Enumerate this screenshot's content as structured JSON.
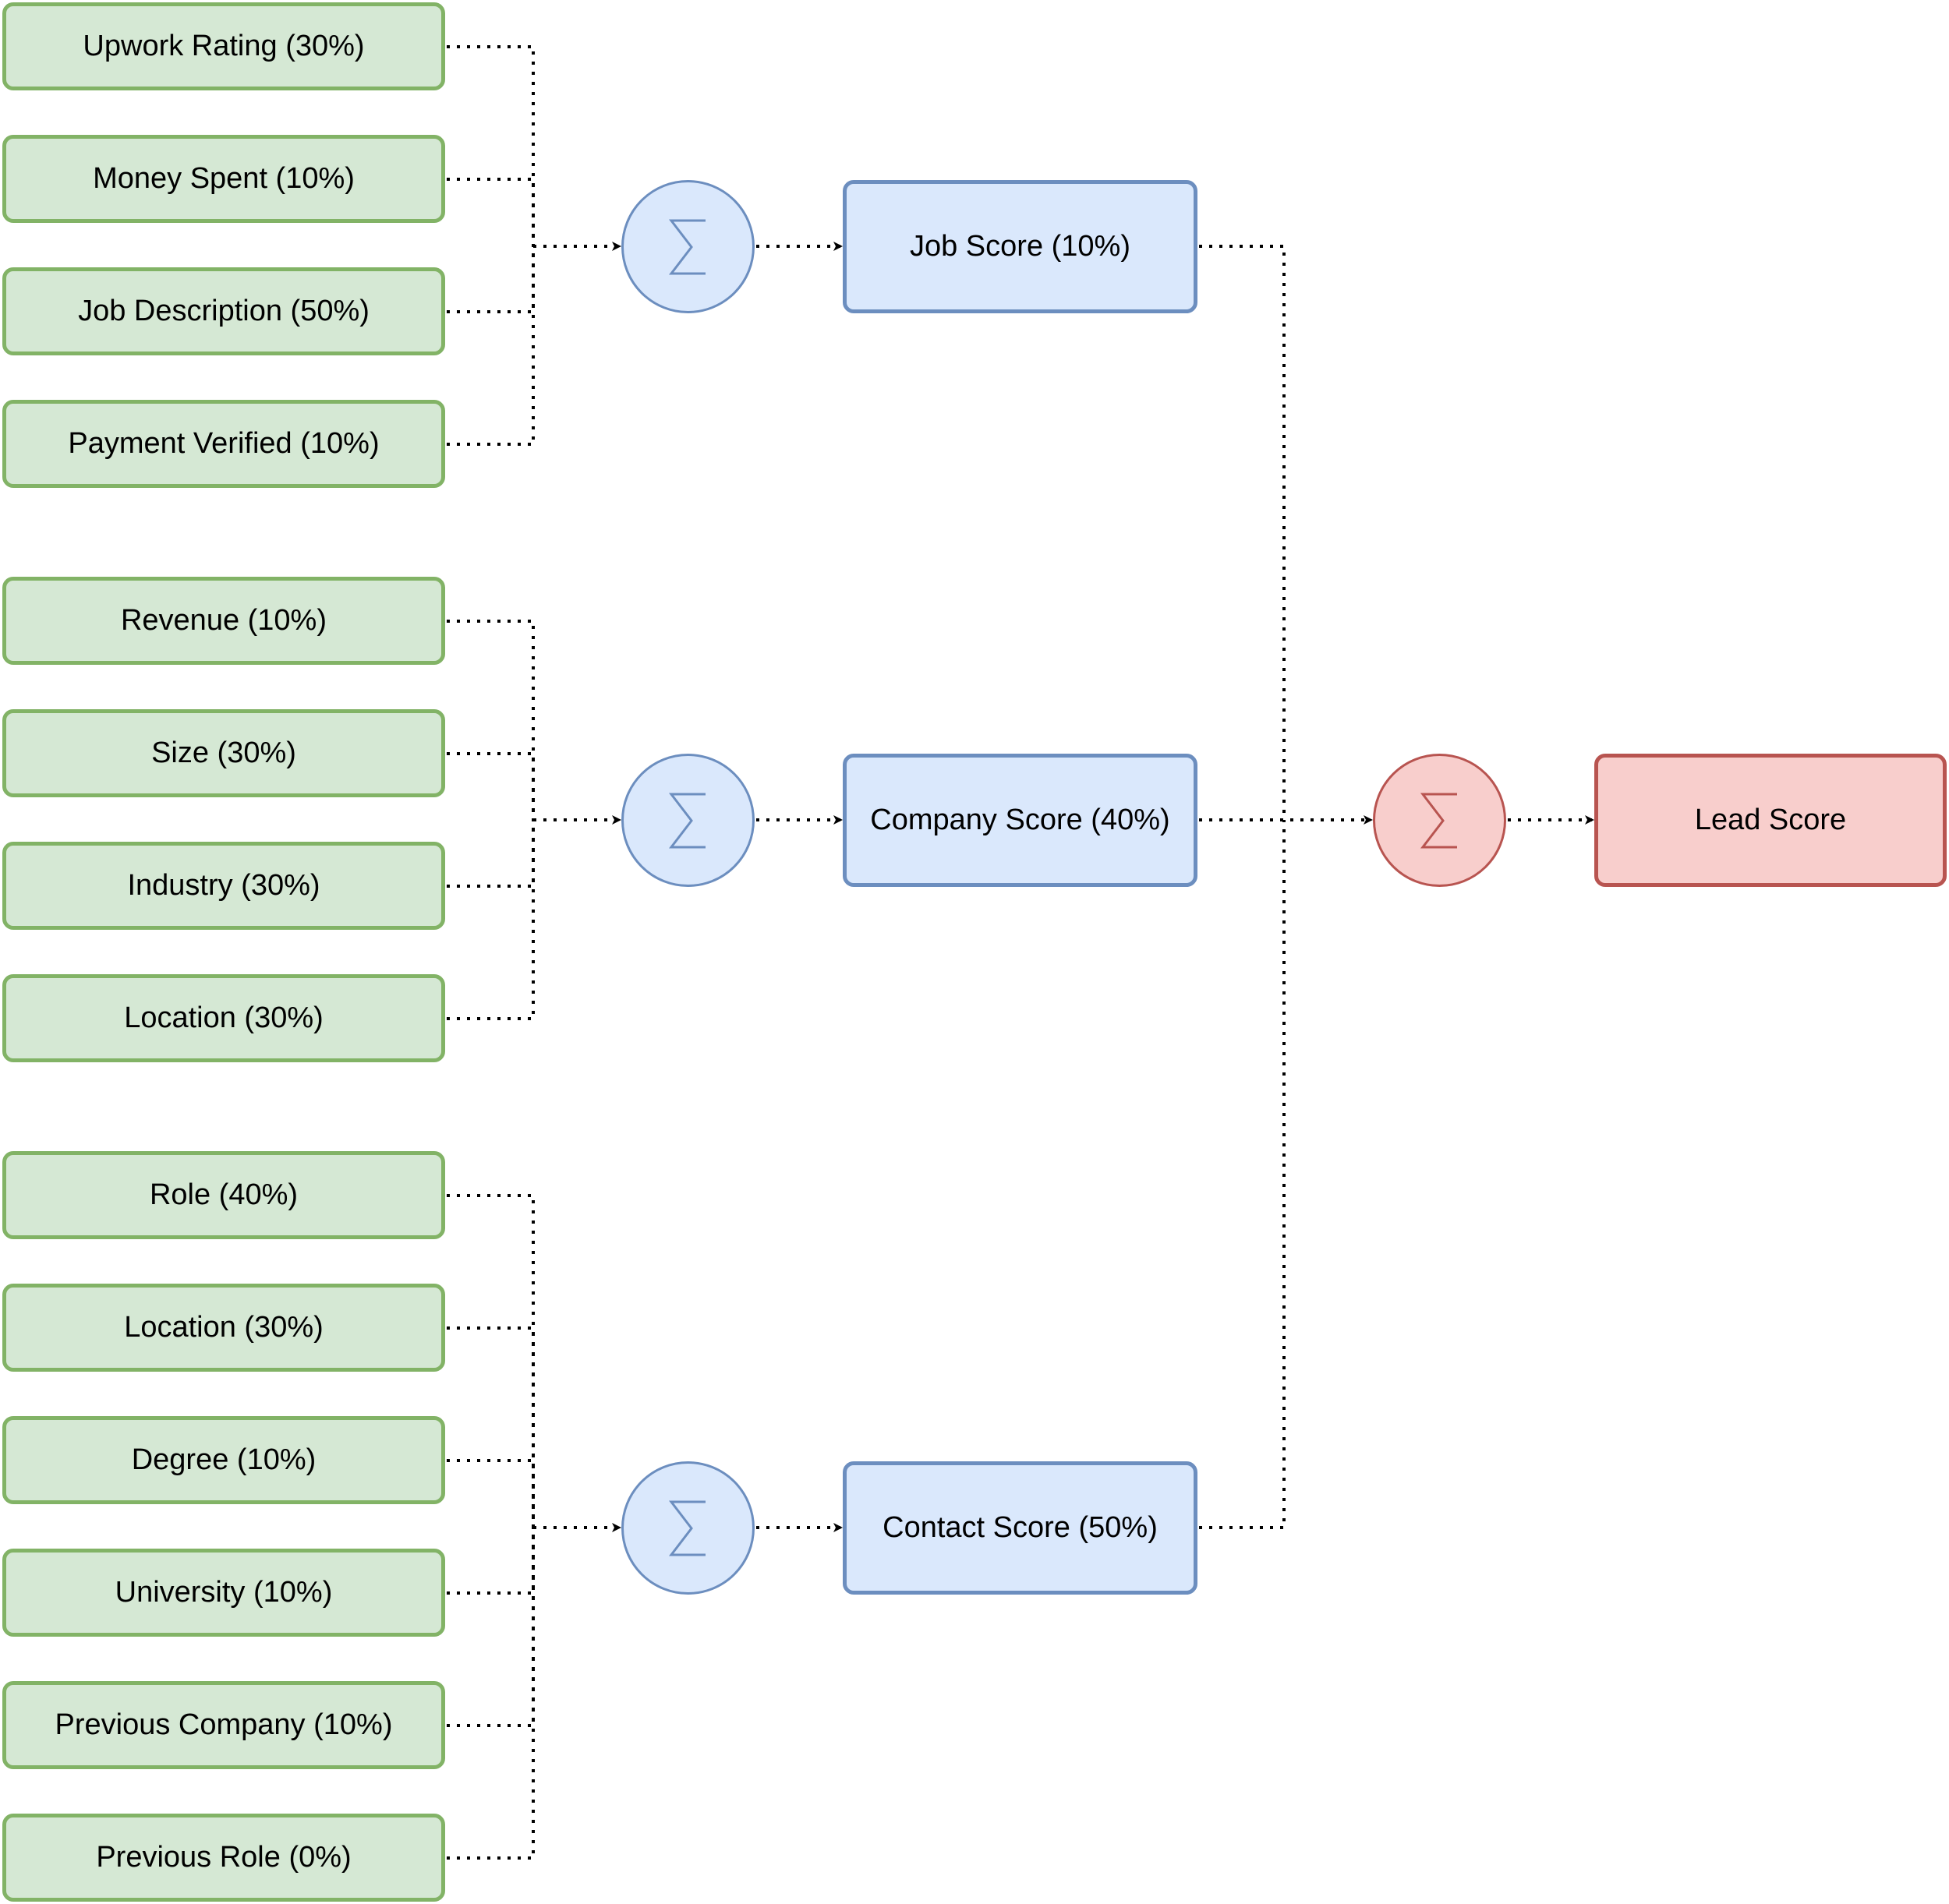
{
  "groups": [
    {
      "name": "job",
      "inputs": [
        "Upwork Rating (30%)",
        "Money Spent (10%)",
        "Job Description (50%)",
        "Payment Verified (10%)"
      ],
      "score": "Job Score (10%)"
    },
    {
      "name": "company",
      "inputs": [
        "Revenue (10%)",
        "Size (30%)",
        "Industry (30%)",
        "Location (30%)"
      ],
      "score": "Company Score (40%)"
    },
    {
      "name": "contact",
      "inputs": [
        "Role (40%)",
        "Location (30%)",
        "Degree (10%)",
        "University (10%)",
        "Previous Company (10%)",
        "Previous Role (0%)"
      ],
      "score": "Contact Score (50%)"
    }
  ],
  "output": {
    "label": "Lead Score"
  },
  "colors": {
    "input_fill": "#d5e8d4",
    "input_stroke": "#82b366",
    "score_fill": "#dae8fc",
    "score_stroke": "#6c8ebf",
    "output_fill": "#f8cecc",
    "output_stroke": "#b85450"
  },
  "icons": {
    "aggregator": "sigma-icon",
    "connector": "dotted-arrow"
  }
}
